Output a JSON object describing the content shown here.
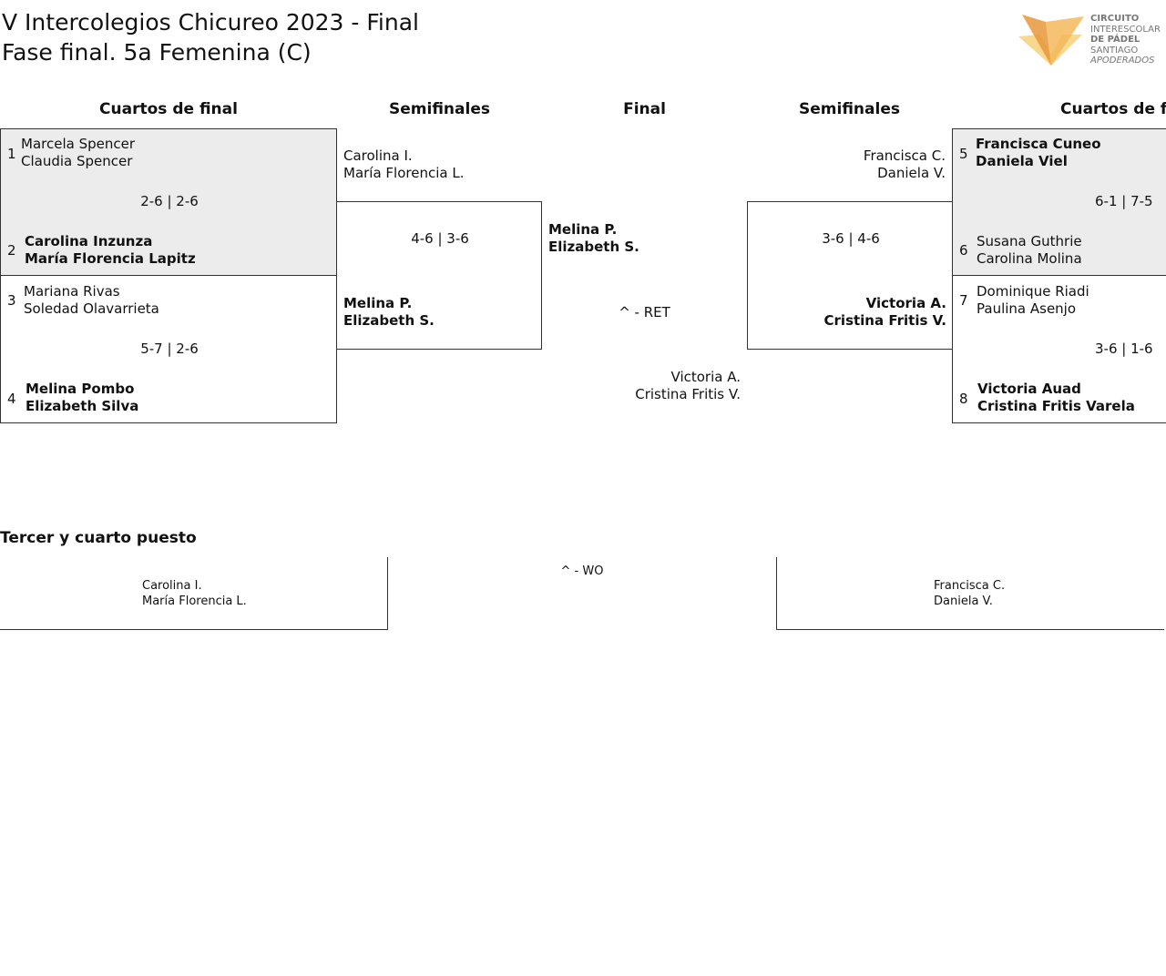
{
  "header": {
    "title_line1": "V Intercolegios Chicureo 2023 - Final",
    "title_line2": "Fase final. 5a Femenina (C)"
  },
  "logo": {
    "line1": "CIRCUITO",
    "line2": "INTERESCOLAR",
    "line3": "DE PÁDEL",
    "line4": "SANTIAGO",
    "line5": "APODERADOS",
    "colors": [
      "#e8983a",
      "#f3b85a",
      "#f7d07a"
    ]
  },
  "columns": {
    "qf_left": "Cuartos de final",
    "sf_left": "Semifinales",
    "final": "Final",
    "sf_right": "Semifinales",
    "qf_right": "Cuartos de final"
  },
  "qf1": {
    "seed_a": "1",
    "a1": "Marcela Spencer",
    "a2": "Claudia Spencer",
    "score": "2-6 | 2-6",
    "seed_b": "2",
    "b1": "Carolina Inzunza",
    "b2": "María Florencia Lapitz"
  },
  "qf2": {
    "seed_a": "3",
    "a1": "Mariana Rivas",
    "a2": "Soledad Olavarrieta",
    "score": "5-7 | 2-6",
    "seed_b": "4",
    "b1": "Melina Pombo",
    "b2": "Elizabeth Silva"
  },
  "qf3": {
    "seed_a": "5",
    "a1": "Francisca Cuneo",
    "a2": "Daniela Viel",
    "score": "6-1 | 7-5",
    "seed_b": "6",
    "b1": "Susana Guthrie",
    "b2": "Carolina Molina"
  },
  "qf4": {
    "seed_a": "7",
    "a1": "Dominique Riadi",
    "a2": "Paulina Asenjo",
    "score": "3-6 | 1-6",
    "seed_b": "8",
    "b1": "Victoria Auad",
    "b2": "Cristina Fritis Varela"
  },
  "sf_left": {
    "a1": "Carolina I.",
    "a2": "María Florencia L.",
    "score": "4-6 | 3-6",
    "b1": "Melina P.",
    "b2": "Elizabeth S."
  },
  "sf_right": {
    "a1": "Francisca C.",
    "a2": "Daniela V.",
    "score": "3-6 | 4-6",
    "b1": "Victoria A.",
    "b2": "Cristina Fritis V."
  },
  "final": {
    "a1": "Melina P.",
    "a2": "Elizabeth S.",
    "result": "^ - RET",
    "b1": "Victoria A.",
    "b2": "Cristina Fritis V."
  },
  "third_place": {
    "title": "Tercer y cuarto puesto",
    "result": "^ - WO",
    "left1": "Carolina I.",
    "left2": "María Florencia L.",
    "right1": "Francisca C.",
    "right2": "Daniela V."
  }
}
